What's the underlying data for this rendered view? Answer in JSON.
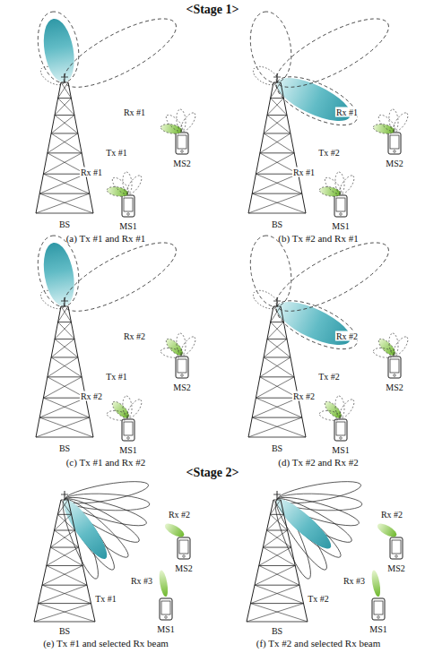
{
  "diagram": {
    "labels": [
      "<Stage 1>",
      "Tx #1",
      "Rx #1",
      "MS2",
      "Rx #1",
      "MS1",
      "BS",
      "(a) Tx #1 and Rx #1",
      "Tx #2",
      "Rx #1",
      "MS2",
      "Rx #1",
      "MS1",
      "BS",
      "(b) Tx #2 and Rx #1",
      "Tx #1",
      "Rx #2",
      "MS2",
      "Rx #2",
      "MS1",
      "BS",
      "(c) Tx #1 and Rx #2",
      "Tx #2",
      "Rx #2",
      "MS2",
      "Rx #2",
      "MS1",
      "BS",
      "(d) Tx #2 and Rx #2",
      "<Stage 2>",
      "Tx #1",
      "Rx #2",
      "MS2",
      "Rx #3",
      "MS1",
      "BS",
      "(e) Tx #1 and selected Rx beam",
      "Tx #2",
      "Rx #2",
      "MS2",
      "Rx #3",
      "MS1",
      "BS",
      "(f) Tx #2 and selected Rx beam"
    ]
  }
}
